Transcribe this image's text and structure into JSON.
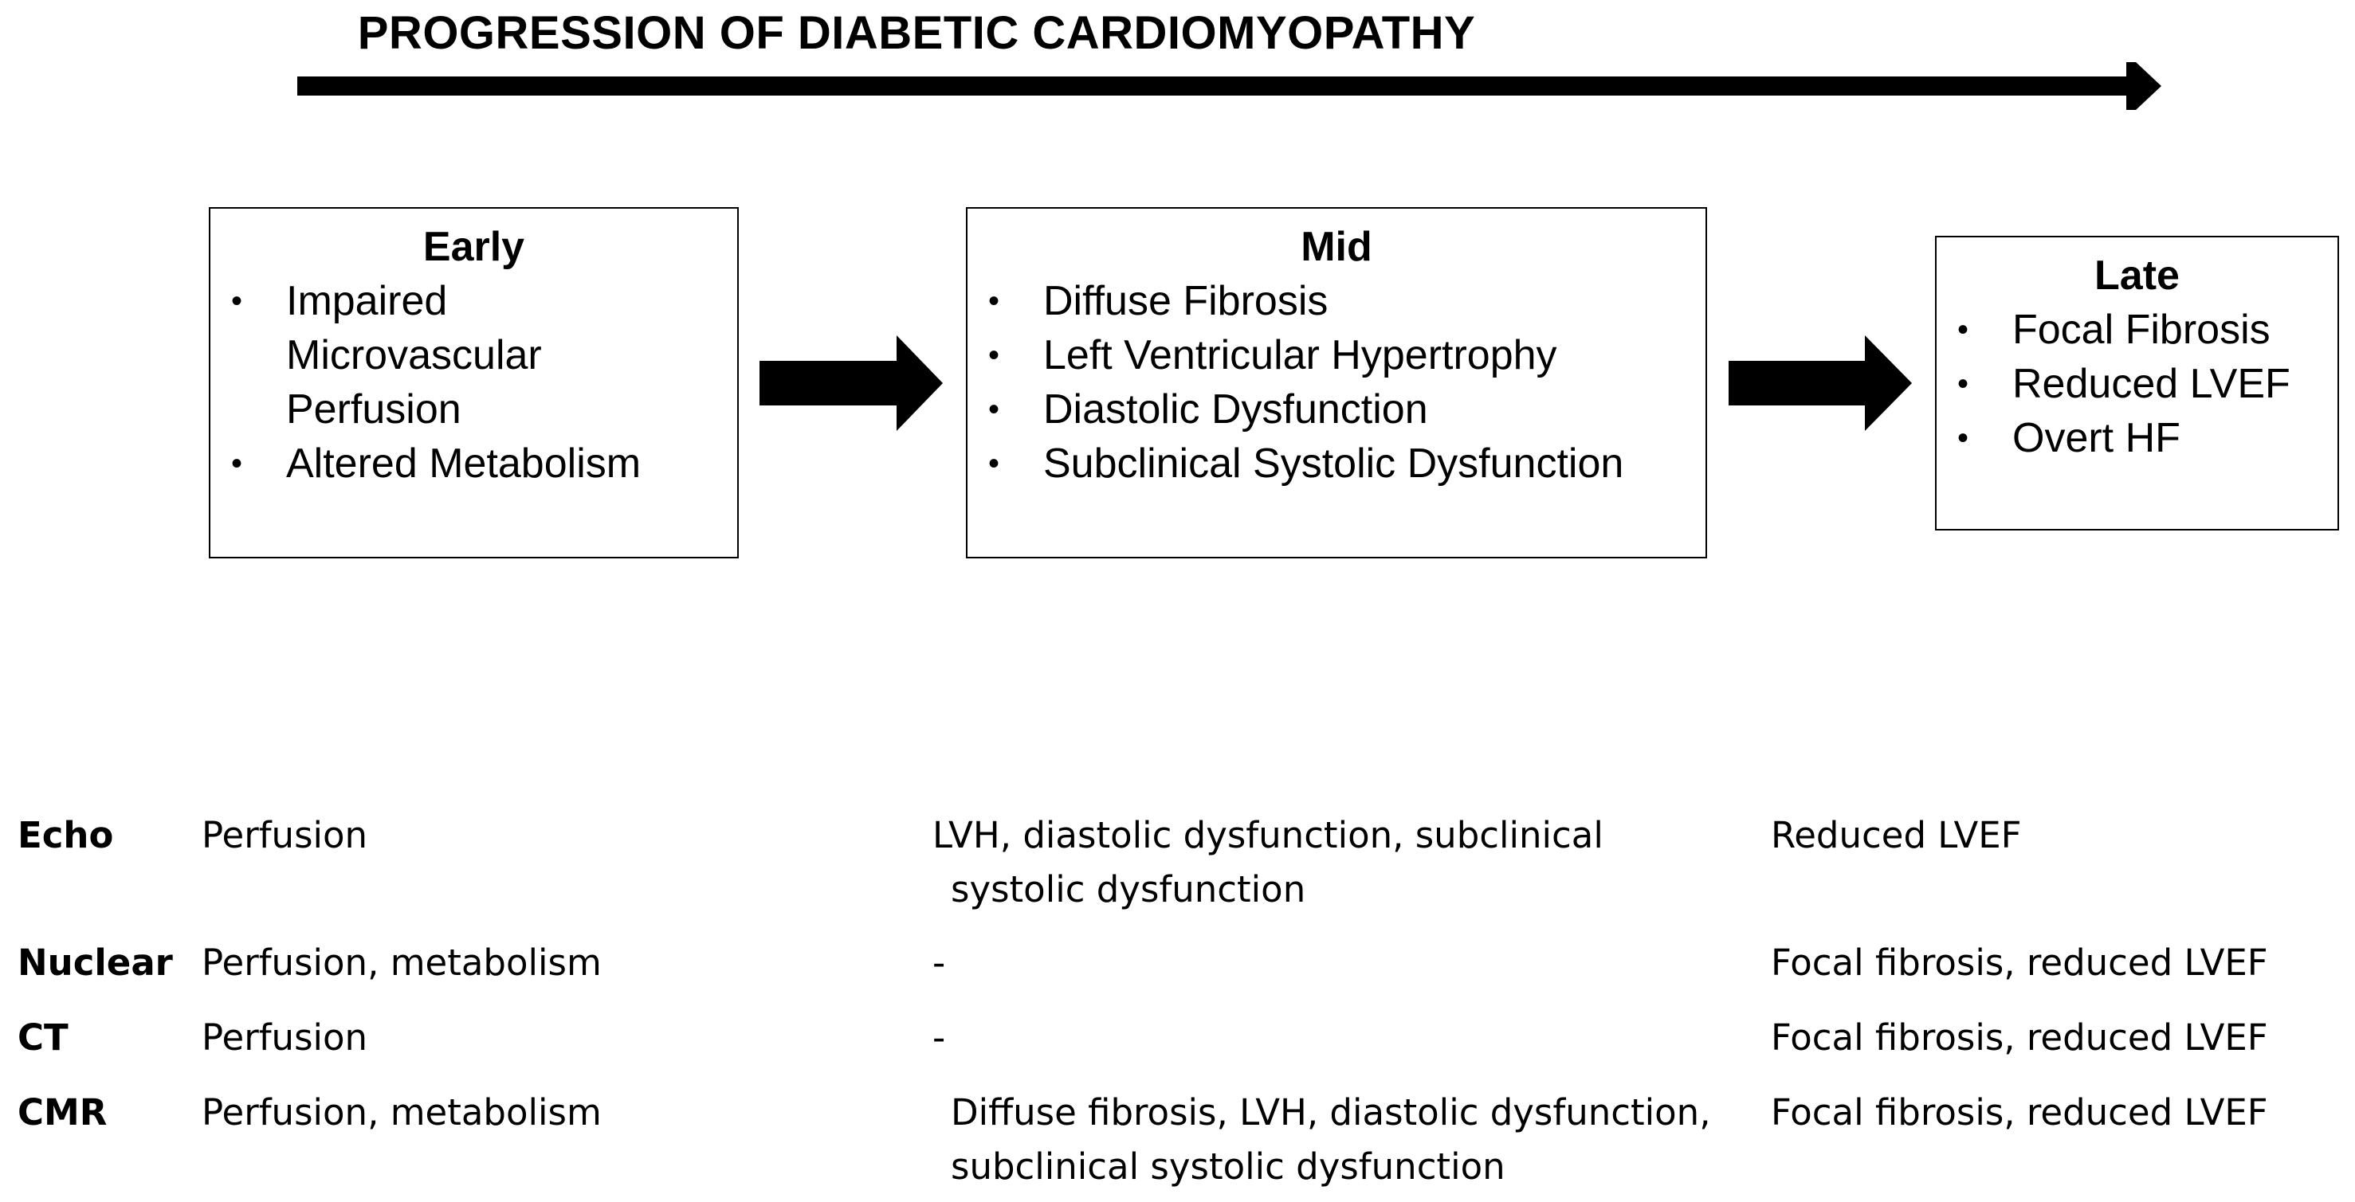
{
  "title": "PROGRESSION OF DIABETIC CARDIOMYOPATHY",
  "stages": [
    {
      "heading": "Early",
      "items": [
        "Impaired Microvascular Perfusion",
        "Altered Metabolism"
      ]
    },
    {
      "heading": "Mid",
      "items": [
        "Diffuse Fibrosis",
        "Left Ventricular Hypertrophy",
        "Diastolic Dysfunction",
        "Subclinical Systolic Dysfunction"
      ]
    },
    {
      "heading": "Late",
      "items": [
        "Focal Fibrosis",
        "Reduced LVEF",
        "Overt HF"
      ]
    }
  ],
  "bullet": "•",
  "modalities": [
    {
      "name": "Echo",
      "early": "Perfusion",
      "mid_line1": "LVH, diastolic dysfunction, subclinical",
      "mid_line2": "systolic dysfunction",
      "late": "Reduced LVEF"
    },
    {
      "name": "Nuclear",
      "early": "Perfusion, metabolism",
      "mid_line1": "-",
      "mid_line2": "",
      "late": "Focal fibrosis, reduced LVEF"
    },
    {
      "name": "CT",
      "early": "Perfusion",
      "mid_line1": "-",
      "mid_line2": "",
      "late": "Focal fibrosis, reduced LVEF"
    },
    {
      "name": "CMR",
      "early": "Perfusion, metabolism",
      "mid_line1": "Diffuse fibrosis, LVH, diastolic dysfunction,",
      "mid_line2": "subclinical systolic dysfunction",
      "late": "Focal fibrosis, reduced LVEF"
    }
  ]
}
